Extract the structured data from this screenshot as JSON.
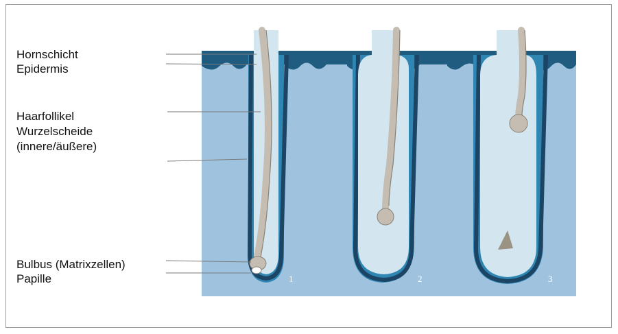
{
  "labels": {
    "hornschicht": "Hornschicht",
    "epidermis": "Epidermis",
    "haarfollikel": "Haarfollikel",
    "wurzelscheide": "Wurzelscheide",
    "wurzelscheide_detail": "(innere/äußere)",
    "bulbus": "Bulbus (Matrixzellen)",
    "papille": "Papille"
  },
  "stage_numbers": [
    "1",
    "2",
    "3"
  ],
  "colors": {
    "dermis": "#9fc3de",
    "skin_surface": "#1f5c80",
    "follicle_inner": "#d3e6f0",
    "follicle_wall": "#1c4565",
    "follicle_wall_accent": "#2f86b2",
    "hair": "#c5bdb1",
    "hair_outline": "#8a8175",
    "leader_line": "#7a7a7a"
  }
}
